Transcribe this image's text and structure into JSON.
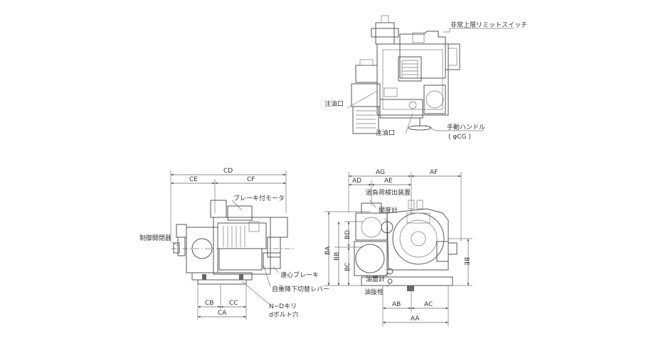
{
  "labels": {
    "emergency_limit_switch": "非常上限リミットスイッチ",
    "oil_inlet_1": "注油口",
    "oil_inlet_2": "注油口",
    "manual_handle": "手動ハンドル",
    "manual_handle_dia": "( φCG )",
    "brake_motor": "ブレーキ付モータ",
    "control_switch": "制御開閉器",
    "centrifugal_brake": "遠心ブレーキ",
    "weight_lowering_lever": "自重降下切替レバー",
    "bolt_holes_1": "N−Dキリ",
    "bolt_holes_2": "dボルト穴",
    "overload_detector": "過負荷検出装置",
    "opening_meter": "開度計",
    "oil_gauge": "油面計",
    "oil_drain": "油抜栓"
  },
  "dimensions": {
    "CD": "CD",
    "CE": "CE",
    "CF": "CF",
    "CB": "CB",
    "CC": "CC",
    "CA": "CA",
    "AG": "AG",
    "AF": "AF",
    "AD": "AD",
    "AE": "AE",
    "BA": "BA",
    "BB": "BB",
    "BD": "BD",
    "BC": "BC",
    "BE": "BE",
    "AB": "AB",
    "AC": "AC",
    "AA": "AA"
  }
}
